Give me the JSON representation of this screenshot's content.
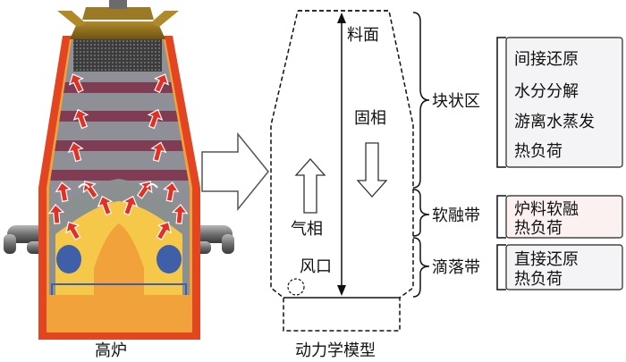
{
  "furnace": {
    "caption": "高炉"
  },
  "model": {
    "caption": "动力学模型",
    "labels": {
      "surface": "料面",
      "solid": "固相",
      "gas": "气相",
      "tuyere": "风口"
    }
  },
  "zones": [
    {
      "name": "块状区",
      "items": [
        "间接还原",
        "水分分解",
        "游离水蒸发",
        "热负荷"
      ],
      "fill": "#f4f4f6"
    },
    {
      "name": "软融带",
      "items": [
        "炉料软融",
        "热负荷"
      ],
      "fill": "#fbf1f1"
    },
    {
      "name": "滴落带",
      "items": [
        "直接还原",
        "热负荷"
      ],
      "fill": "#f4f4f6"
    }
  ],
  "colors": {
    "shell": "#e2451f",
    "inner": "#f2a23a",
    "top": "#8a6a1d",
    "grid": "#4a4a4a",
    "band_gray": "#8f8f97",
    "band_purple": "#7f3c52",
    "cohesive_gray": "#8a9090",
    "cohesive_yellow": "#f6c84a",
    "blue_core": "#3f5fa8",
    "arrow": "#e23024",
    "tuyere_pipe": "#7a7a7a"
  }
}
